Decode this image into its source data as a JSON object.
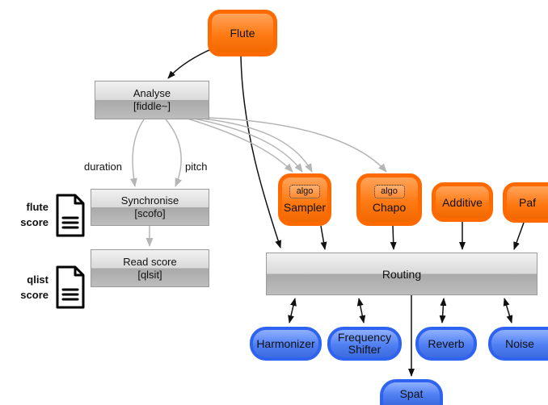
{
  "nodes": {
    "flute": "Flute",
    "analyse": {
      "line1": "Analyse",
      "line2": "[fiddle~]"
    },
    "synchronise": {
      "line1": "Synchronise",
      "line2": "[scofo]"
    },
    "read_score": {
      "line1": "Read score",
      "line2": "[qlsit]"
    },
    "sampler": {
      "label": "Sampler",
      "tag": "algo"
    },
    "chapo": {
      "label": "Chapo",
      "tag": "algo"
    },
    "additive": "Additive",
    "paf": "Paf",
    "routing": "Routing",
    "harmonizer": "Harmonizer",
    "frequency_shifter": "Frequency Shifter",
    "reverb": "Reverb",
    "noise": "Noise",
    "spat": "Spat"
  },
  "edge_labels": {
    "duration": "duration",
    "pitch": "pitch"
  },
  "side_labels": {
    "flute_score": {
      "line1": "flute",
      "line2": "score"
    },
    "qlist_score": {
      "line1": "qlist",
      "line2": "score"
    }
  },
  "icons": [
    "document-icon",
    "document-icon"
  ],
  "colors": {
    "orange": "#ff6a00",
    "blue": "#2e62f0",
    "gray": "#bdbdbd",
    "edge_gray": "#b5b5b5",
    "edge_dark": "#111111"
  }
}
